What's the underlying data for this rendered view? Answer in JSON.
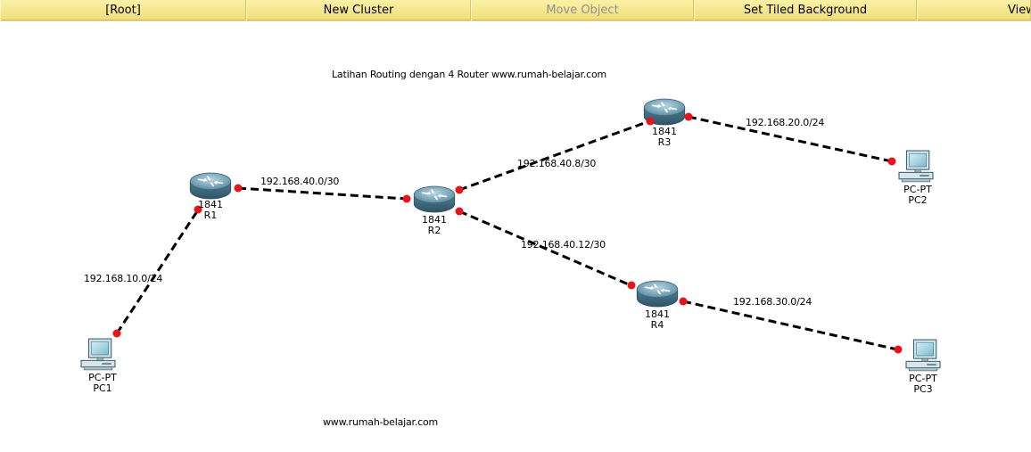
{
  "toolbar": {
    "root": "[Root]",
    "new_cluster": "New Cluster",
    "move_object": "Move Object",
    "set_tiled_background": "Set Tiled Background",
    "viewport": "View"
  },
  "workspace": {
    "title_note": "Latihan Routing dengan 4 Router www.rumah-belajar.com",
    "footer_note": "www.rumah-belajar.com"
  },
  "devices": {
    "r1": {
      "model": "1841",
      "name": "R1"
    },
    "r2": {
      "model": "1841",
      "name": "R2"
    },
    "r3": {
      "model": "1841",
      "name": "R3"
    },
    "r4": {
      "model": "1841",
      "name": "R4"
    },
    "pc1": {
      "model": "PC-PT",
      "name": "PC1"
    },
    "pc2": {
      "model": "PC-PT",
      "name": "PC2"
    },
    "pc3": {
      "model": "PC-PT",
      "name": "PC3"
    }
  },
  "links": {
    "pc1_r1": "192.168.10.0/24",
    "r1_r2": "192.168.40.0/30",
    "r2_r3": "192.168.40.8/30",
    "r2_r4": "192.168.40.12/30",
    "r3_pc2": "192.168.20.0/24",
    "r4_pc3": "192.168.30.0/24"
  },
  "colors": {
    "toolbar_bg": "#f4e38a",
    "link": "#000000",
    "port_dot": "#e8141c",
    "router": "#5f8ea3"
  },
  "icons": {
    "router": "router-icon",
    "pc": "pc-icon"
  }
}
